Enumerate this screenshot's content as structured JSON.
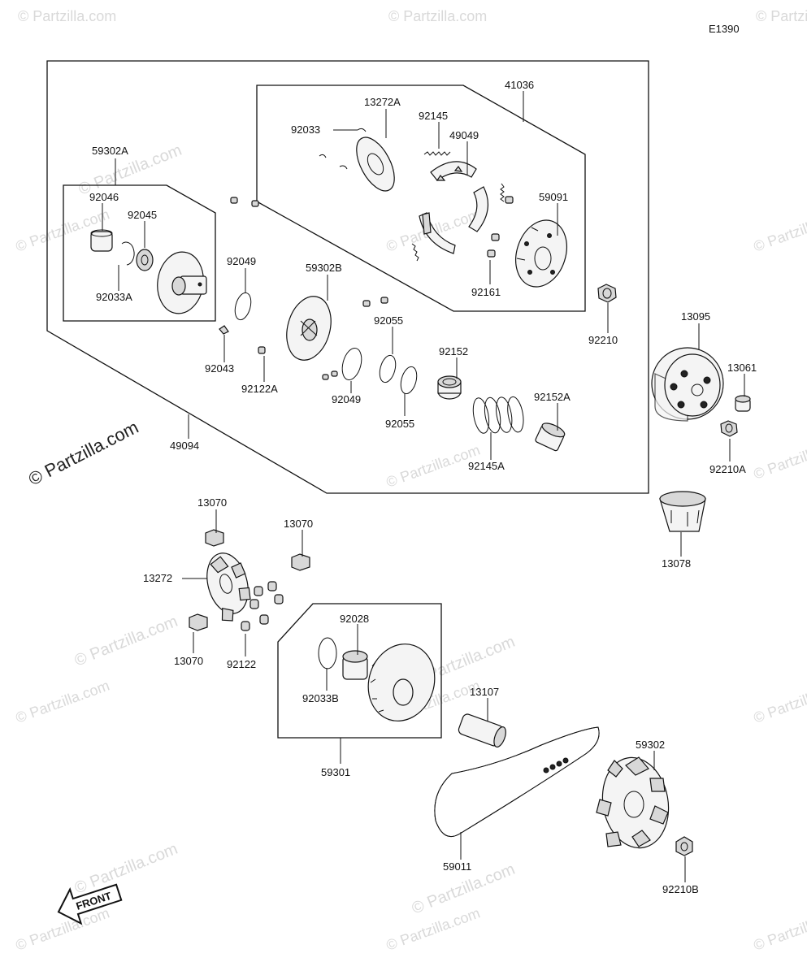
{
  "diagram_code": "E1390",
  "watermark": {
    "short": "© Partzilla.com",
    "large": "© Partzilla.com"
  },
  "callouts": {
    "p41036": "41036",
    "p13272A": "13272A",
    "p92033": "92033",
    "p92145": "92145",
    "p49049": "49049",
    "p59091": "59091",
    "p92161": "92161",
    "p59302A": "59302A",
    "p92046": "92046",
    "p92045": "92045",
    "p92033A": "92033A",
    "p92049a": "92049",
    "p59302B": "59302B",
    "p92043": "92043",
    "p92122A": "92122A",
    "p92055a": "92055",
    "p92049b": "92049",
    "p92055b": "92055",
    "p92152": "92152",
    "p92152A": "92152A",
    "p92145A": "92145A",
    "p49094": "49094",
    "p92210": "92210",
    "p13095": "13095",
    "p13061": "13061",
    "p92210A": "92210A",
    "p13078": "13078",
    "p13070a": "13070",
    "p13070b": "13070",
    "p13272": "13272",
    "p13070c": "13070",
    "p92122": "92122",
    "p92028": "92028",
    "p92033B": "92033B",
    "p59301": "59301",
    "p13107": "13107",
    "p59302": "59302",
    "p59011": "59011",
    "p92210B": "92210B"
  },
  "front_arrow_label": "FRONT"
}
